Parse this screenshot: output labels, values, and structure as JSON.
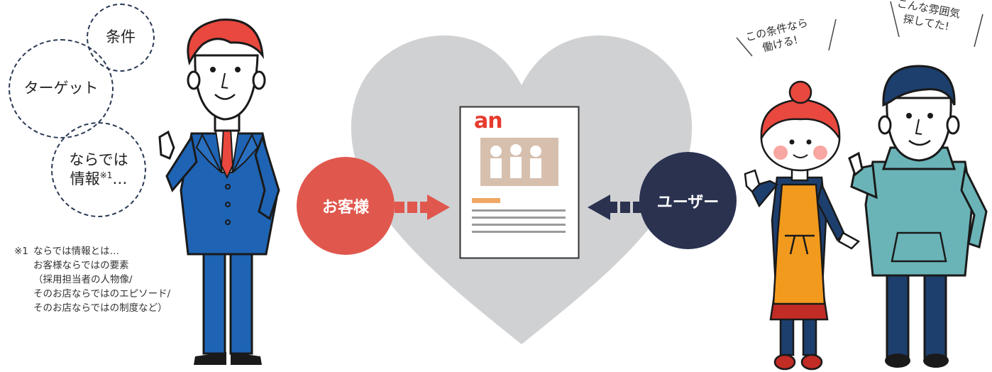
{
  "bubbles": {
    "joken": "条件",
    "target": "ターゲット",
    "naradewa_line1": "ならでは",
    "naradewa_line2": "情報",
    "naradewa_sup": "※1",
    "naradewa_tail": "…"
  },
  "footnote": {
    "mark": "※1",
    "line1": "ならでは情報とは…",
    "line2": "お客様ならではの要素",
    "line3": "（採用担当者の人物像/",
    "line4": "そのお店ならではのエピソード/",
    "line5": "そのお店ならではの制度など）"
  },
  "labels": {
    "customer": "お客様",
    "user": "ユーザー"
  },
  "document": {
    "logo": "an"
  },
  "speech": {
    "woman_line1": "この条件なら",
    "woman_line2": "働ける!",
    "man_line1": "こんな雰囲気",
    "man_line2": "探してた!"
  },
  "colors": {
    "customer_circle": "#e0574d",
    "user_circle": "#2a3250",
    "heart": "#d0d1d3",
    "logo": "#e63b2e",
    "suit": "#1f64b4",
    "hair": "#e8483e"
  }
}
